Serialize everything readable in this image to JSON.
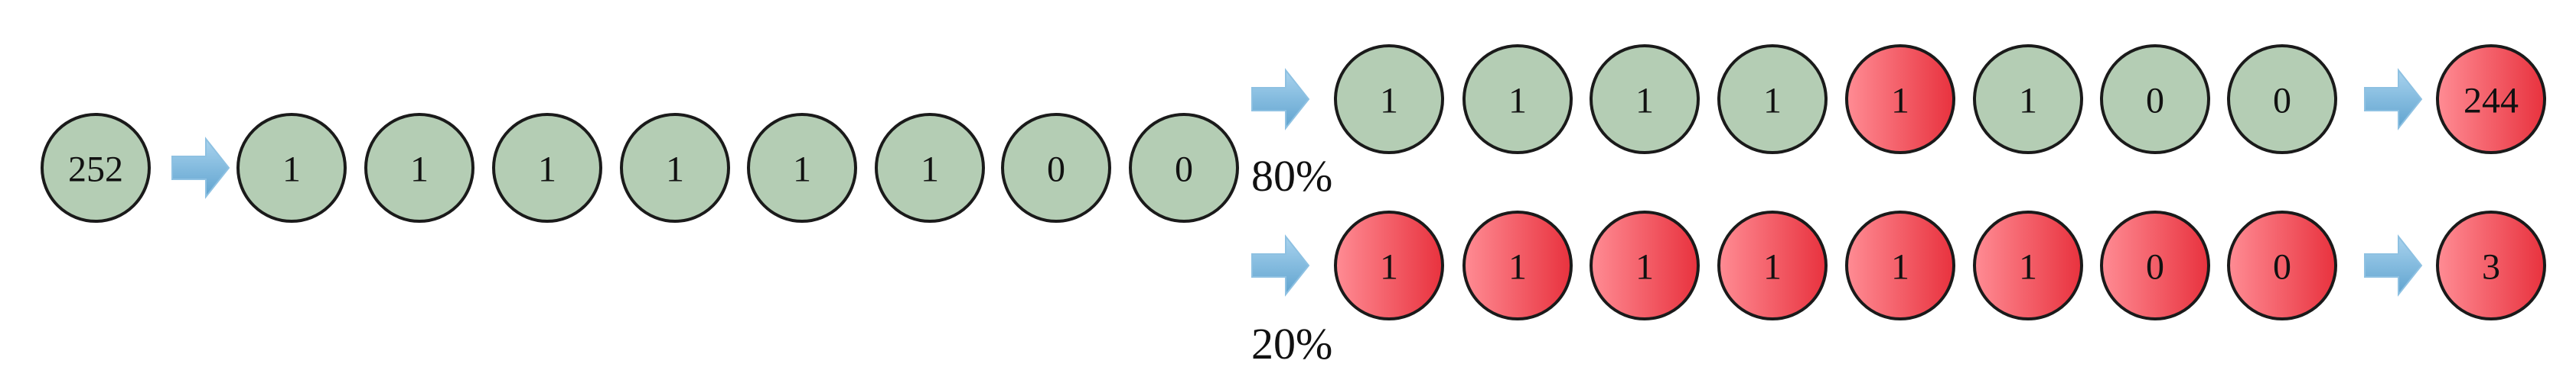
{
  "colors": {
    "unflipped_bit": "#b4cdb4",
    "flipped_bit": "#f25a64",
    "arrow": "#7db8dc",
    "outline": "#1a1a1a"
  },
  "input": {
    "value": "252",
    "bits": [
      "1",
      "1",
      "1",
      "1",
      "1",
      "1",
      "0",
      "0"
    ]
  },
  "branches": [
    {
      "probability_label": "80%",
      "bits": [
        {
          "value": "1",
          "flipped": false
        },
        {
          "value": "1",
          "flipped": false
        },
        {
          "value": "1",
          "flipped": false
        },
        {
          "value": "1",
          "flipped": false
        },
        {
          "value": "1",
          "flipped": true
        },
        {
          "value": "1",
          "flipped": false
        },
        {
          "value": "0",
          "flipped": false
        },
        {
          "value": "0",
          "flipped": false
        }
      ],
      "output_value": "244",
      "output_flipped": true
    },
    {
      "probability_label": "20%",
      "bits": [
        {
          "value": "1",
          "flipped": true
        },
        {
          "value": "1",
          "flipped": true
        },
        {
          "value": "1",
          "flipped": true
        },
        {
          "value": "1",
          "flipped": true
        },
        {
          "value": "1",
          "flipped": true
        },
        {
          "value": "1",
          "flipped": true
        },
        {
          "value": "0",
          "flipped": true
        },
        {
          "value": "0",
          "flipped": true
        }
      ],
      "output_value": "3",
      "output_flipped": true
    }
  ]
}
